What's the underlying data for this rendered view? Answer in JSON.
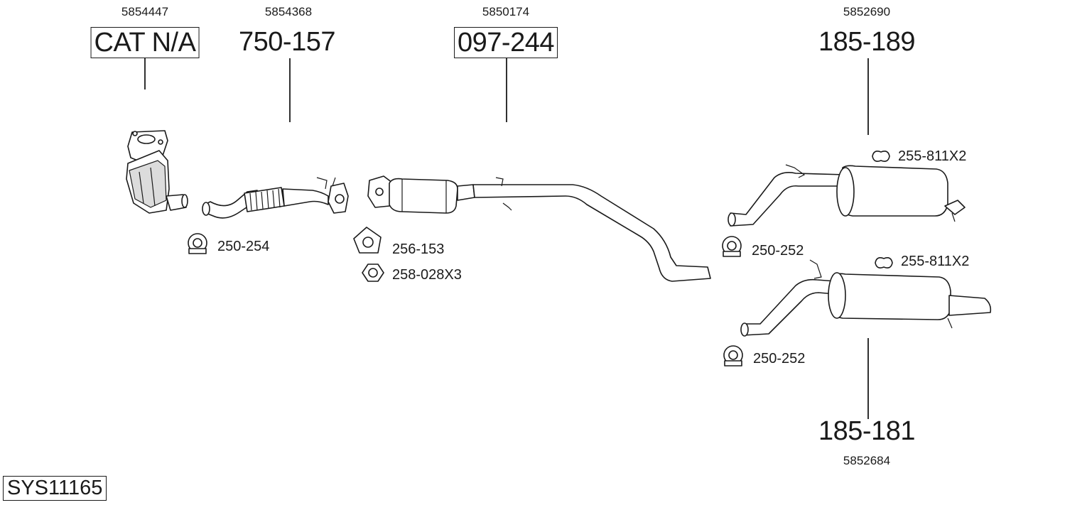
{
  "diagram_id": "SYS11165",
  "parts": [
    {
      "oem": "5854447",
      "ref": "CAT N/A"
    },
    {
      "oem": "5854368",
      "ref": "750-157"
    },
    {
      "oem": "5850174",
      "ref": "097-244"
    },
    {
      "oem": "5852690",
      "ref": "185-189"
    },
    {
      "oem": "5852684",
      "ref": "185-181"
    }
  ],
  "accessories": [
    {
      "ref": "250-254",
      "icon": "clamp-icon"
    },
    {
      "ref": "256-153",
      "icon": "gasket-icon"
    },
    {
      "ref": "258-028X3",
      "icon": "nut-icon"
    },
    {
      "ref": "255-811X2",
      "icon": "rubber-mount-icon"
    },
    {
      "ref": "250-252",
      "icon": "clamp-icon"
    },
    {
      "ref": "255-811X2",
      "icon": "rubber-mount-icon"
    },
    {
      "ref": "250-252",
      "icon": "clamp-icon"
    }
  ]
}
